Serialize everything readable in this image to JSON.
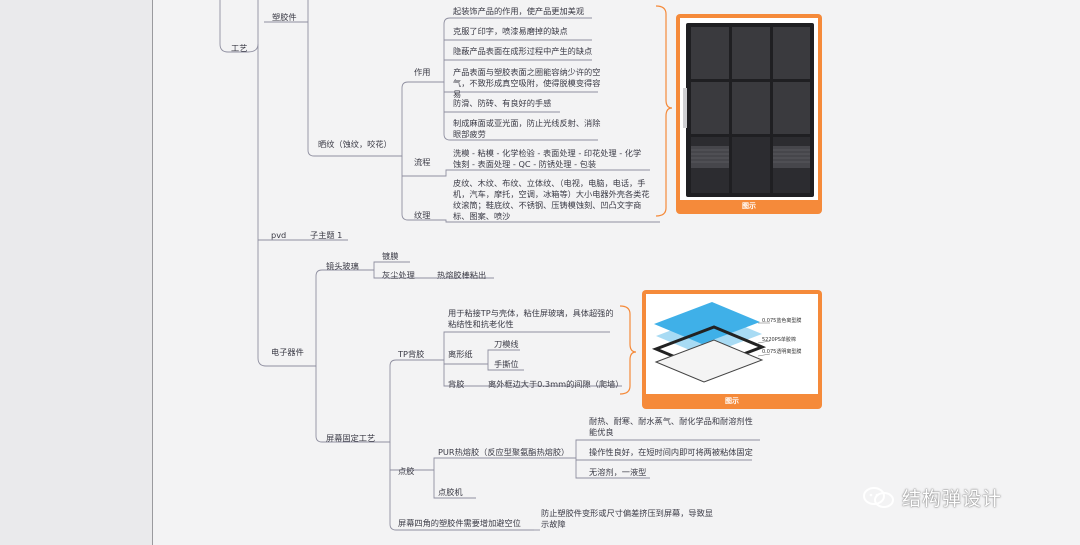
{
  "mindmap": {
    "craft": "工艺",
    "plastic_part": "塑胶件",
    "texture_node": "晒纹（蚀纹，咬花）",
    "function_label": "作用",
    "functions": [
      "起装饰产品的作用，使产品更加美观",
      "克服了印字，喷漆易磨掉的缺点",
      "隐蔽产品表面在成形过程中产生的缺点",
      "产品表面与塑胶表面之圈能容纳少许的空气，不致形成真空吸附，使得脱模变得容易",
      "防滑、防砖、有良好的手感",
      "制成麻面或亚光面，防止光线反射、消除眼部疲劳"
    ],
    "flow_label": "流程",
    "flow_text": "洗模 - 粘模 - 化学检验 - 表面处理 - 印花处理 - 化学蚀刻 - 表面处理 - QC - 防锈处理 - 包装",
    "pattern_label": "纹理",
    "pattern_text": "皮纹、木纹、布纹、立体纹、（电视，电脑，电话，手机，汽车，摩托，空调，冰箱等）大小电器外壳各类花纹滚筒；鞋底纹、不锈钢、压铸模蚀刻、凹凸文字商标、图案、喷沙",
    "pvd": "pvd",
    "subtopic": "子主题 1",
    "electronics": "电子器件",
    "lens_glass": "镜头玻璃",
    "coating": "镀膜",
    "dust": "灰尘处理",
    "dust_detail": "热熔胶棒粘出",
    "screen_fix": "屏幕固定工艺",
    "tp_back": "TP背胶",
    "tp_desc": "用于粘接TP与壳体，粘住屏玻璃，具体超强的粘结性和抗老化性",
    "release_paper": "离形纸",
    "blade_line": "刀模线",
    "tear_tab": "手撕位",
    "back_glue": "背胶",
    "back_glue_detail": "离外框边大于0.3mm的间隙（爬墙）",
    "dispense": "点胶",
    "pur": "PUR热熔胶（反应型聚氨酯热熔胶）",
    "pur_items": [
      "耐热、耐寒、耐水蒸气、耐化学品和耐溶剂性能优良",
      "操作性良好，在短时间内即可将两被粘体固定",
      "无溶剂，一液型"
    ],
    "dispenser": "点胶机",
    "corner": "屏幕四角的塑胶件需要增加避空位",
    "corner_detail": "防止塑胶件变形或尺寸偏差挤压到屏幕，导致显示故障"
  },
  "images": {
    "caption_top": "图示",
    "caption_bottom": "图示",
    "layer_labels": [
      "0.075蓝色离型膜",
      "5220PS单胶棉",
      "0.075透明离型膜"
    ]
  },
  "watermark": {
    "text": "结构弹设计",
    "icon": "wechat-icon"
  },
  "colors": {
    "line": "#8f8fa0",
    "accent": "#f58a3a",
    "text": "#3b3b46"
  }
}
